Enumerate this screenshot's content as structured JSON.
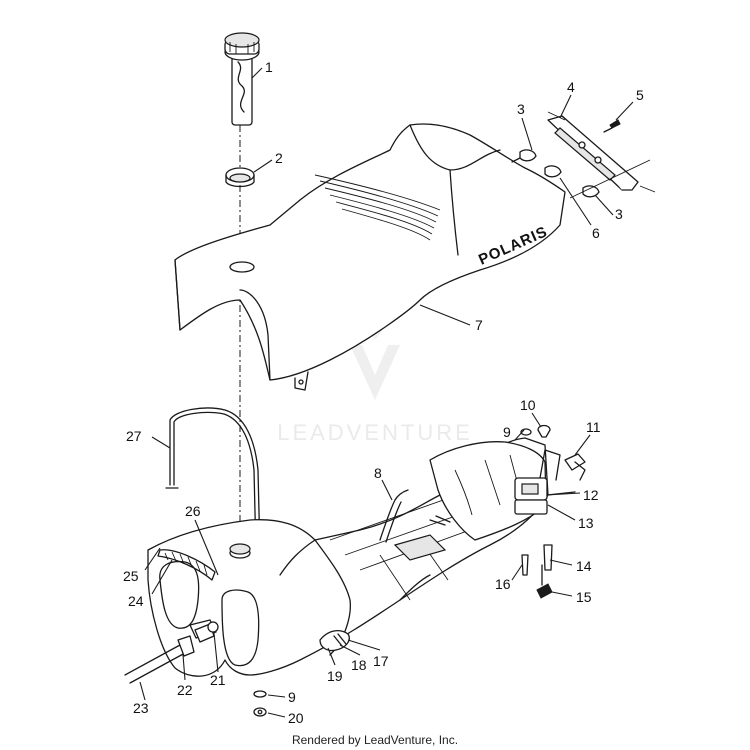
{
  "diagram": {
    "brand_decal": "POLARIS",
    "watermark": "LEADVENTURE",
    "footer": "Rendered by LeadVenture, Inc.",
    "callouts": {
      "c1": "1",
      "c2": "2",
      "c3a": "3",
      "c3b": "3",
      "c4": "4",
      "c5": "5",
      "c6": "6",
      "c7": "7",
      "c8": "8",
      "c9a": "9",
      "c9b": "9",
      "c10": "10",
      "c11": "11",
      "c12": "12",
      "c13": "13",
      "c14": "14",
      "c15": "15",
      "c16": "16",
      "c17": "17",
      "c18": "18",
      "c19": "19",
      "c20": "20",
      "c21": "21",
      "c22": "22",
      "c23": "23",
      "c24": "24",
      "c25": "25",
      "c26": "26",
      "c27": "27"
    }
  }
}
